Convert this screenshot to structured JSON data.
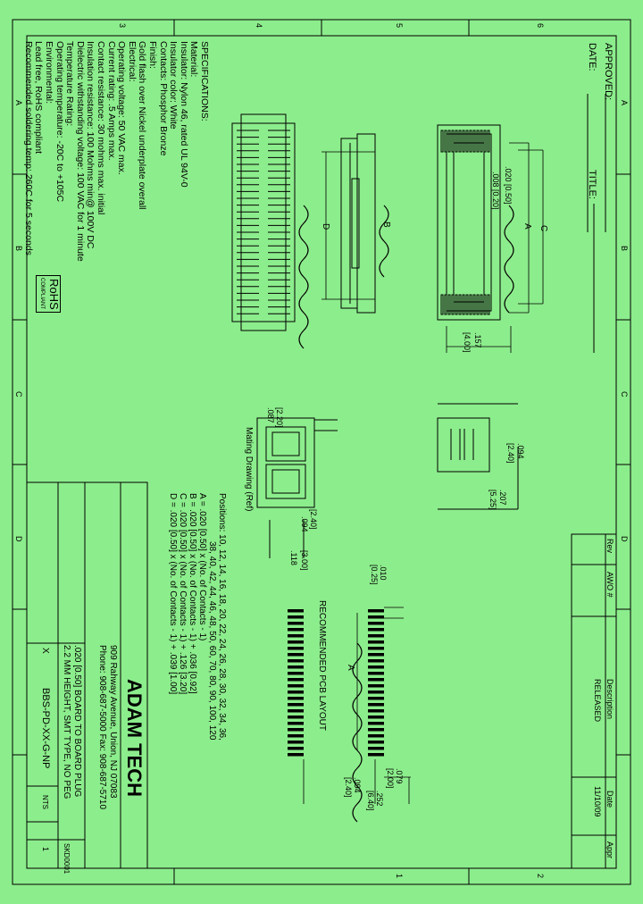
{
  "border": {
    "top_labels": [
      "A",
      "B",
      "C",
      "D"
    ],
    "bottom_labels": [
      "A",
      "B",
      "C",
      "D"
    ],
    "side_numbers": [
      "6",
      "5",
      "4",
      "3",
      "2",
      "1"
    ]
  },
  "header": {
    "approved": "APPROVED:",
    "date": "DATE:",
    "title": "TITLE:"
  },
  "specifications": {
    "heading": "SPECIFICATIONS:",
    "lines": [
      "Material:",
      "Insulator: Nylon 46, rated UL 94V-0",
      "Insulator color: White",
      "Contacts: Phosphor Bronze",
      "Finish:",
      "Gold flash over Nickel underplate overall",
      "Electrical:",
      "Operating voltage: 50 VAC max.",
      "Current rating: .5 Amps max.",
      "Contact resistance: 30 mohms max. initial",
      "Insulation resistance: 100 Mohms min@ 100V DC",
      "Dielectric withstanding voltage: 100 VAC for 1 minute",
      "Temperature Rating:",
      "Operating temperature: -20C to +105C",
      "Environmental:",
      "Lead free, RoHS compliant",
      "Recommended soldering temp: 260C for 5 seconds"
    ],
    "rohs": "RoHS",
    "rohs_sub": "COMPLIANT"
  },
  "dimensions": {
    "d020": ".020 [0.50]",
    "d008": ".008 [0.20]",
    "dC": "C",
    "dA": "A",
    "dD": "D",
    "dB": "B",
    "d157": ".157",
    "d157mm": "[4.00]",
    "d094": ".094",
    "d094mm": "[2.40]",
    "d207": ".207",
    "d207mm": "[5.25]",
    "d087": ".087",
    "d087mm": "[2.20]",
    "mate_094": ".094",
    "mate_094mm": "[2.40]",
    "mate_118": ".118",
    "mate_118mm": "[3.00]",
    "mating_label": "Mating Drawing (Ref)",
    "pcb_label": "RECOMMENDED PCB LAYOUT",
    "pcb_010": ".010",
    "pcb_010mm": "[0.25]",
    "pcb_A": "A",
    "pcb_079": ".079",
    "pcb_079mm": "[2.00]",
    "pcb_094": ".094",
    "pcb_094mm": "[2.40]",
    "pcb_252": ".252",
    "pcb_252mm": "[6.40]"
  },
  "positions": {
    "heading": "Positions: 10, 12, 14, 16, 18, 20, 22, 24, 26, 28, 30, 32, 34, 36,",
    "line2": "38, 40, 42, 44, 46, 48, 50, 60, 70, 80, 90, 100, 120",
    "formulas": [
      "A = .020 [0.50] x (No. of Contacts - 1)",
      "B = .020 [0.50] x (No. of Contacts - 1) + .036 [0.92]",
      "C = .020 [0.50] x (No. of Contacts - 1) + .126 [3.20]",
      "D = .020 [0.50] x (No. of Contacts - 1) + .039 [1.00]"
    ]
  },
  "revision": {
    "headers": [
      "Rev",
      "AWO #",
      "Description",
      "Date",
      "Appr"
    ],
    "row": [
      "",
      "",
      "RELEASED",
      "11/10/09",
      ""
    ]
  },
  "title_block": {
    "company": "ADAM TECH",
    "address": "909 Rahway Avenue, Union, NJ 07083",
    "phone": "Phone: 908-687-5000 Fax: 908-687-5710",
    "desc1": ".020 [0.50] BOARD TO BOARD PLUG",
    "desc2": "2.2 MM HEIGHT, SMT TYPE, NO PEG",
    "part_no": "BBS-PD-XX-G-NP",
    "scale": "NTS",
    "size": "X",
    "sheet": "1",
    "doc": "SKD0001"
  }
}
